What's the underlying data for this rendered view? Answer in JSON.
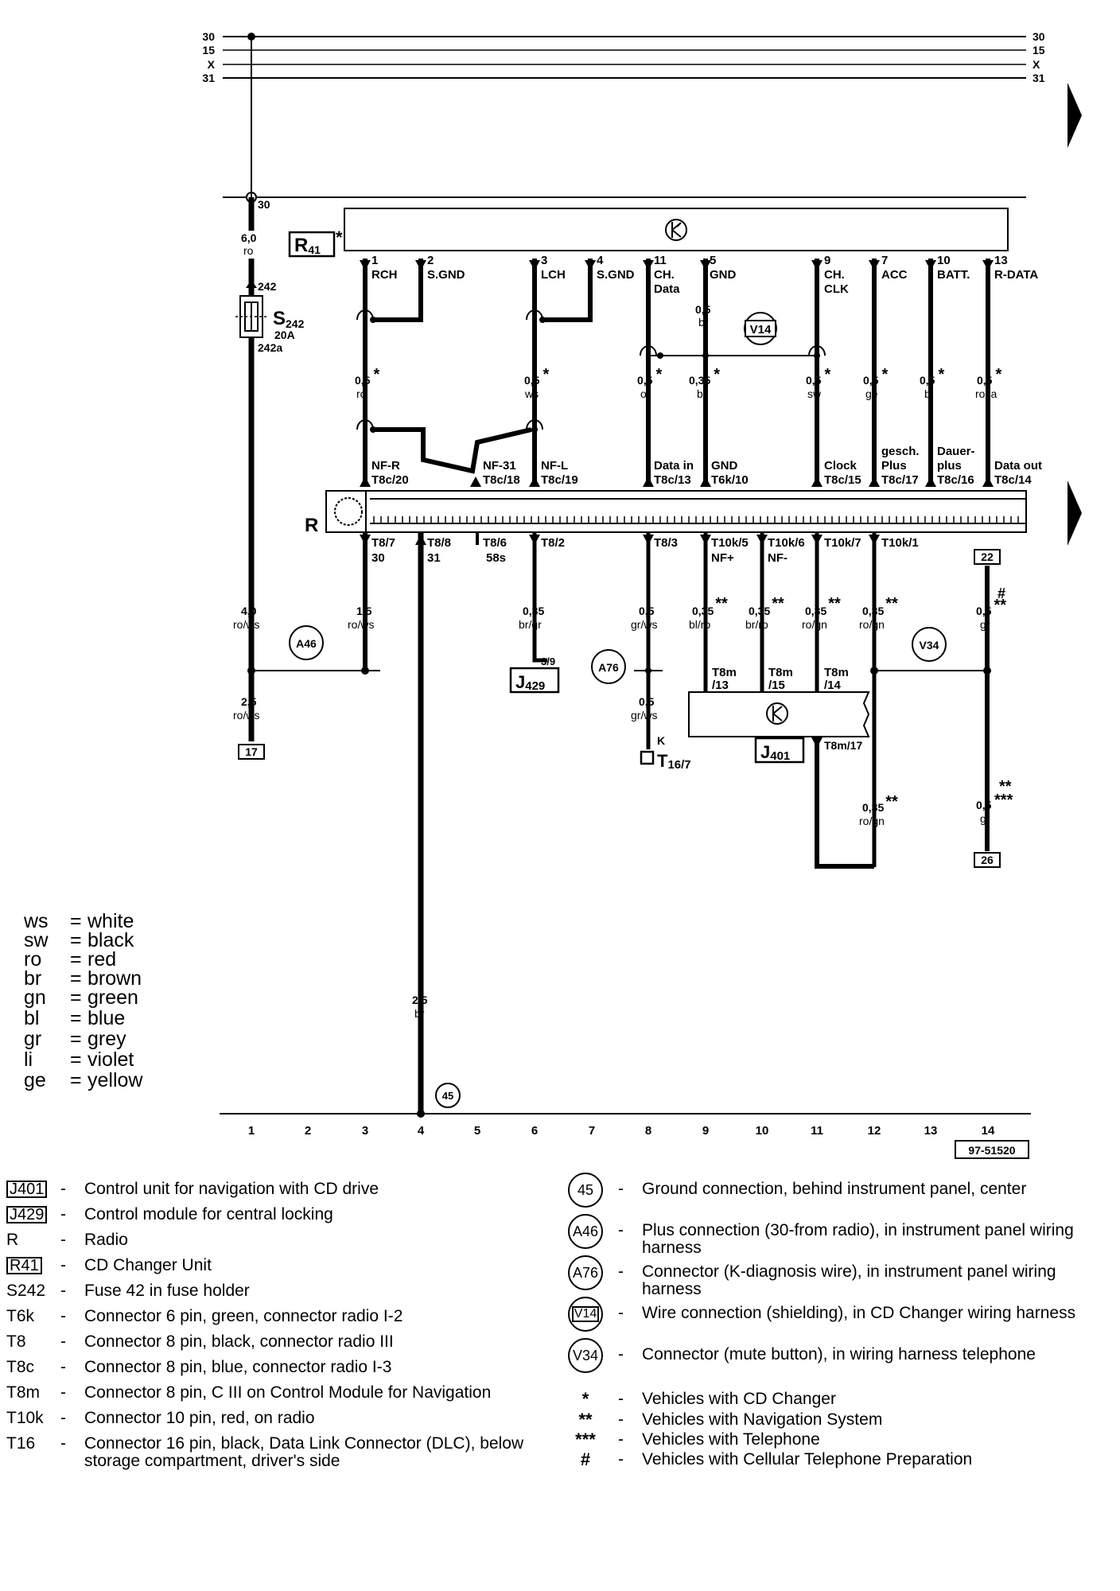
{
  "bus_left": [
    "30",
    "15",
    "X",
    "31"
  ],
  "bus_right": [
    "30",
    "15",
    "X",
    "31"
  ],
  "terminal_30_label": "30",
  "fuse": {
    "id_main": "S",
    "id_sub": "242",
    "rating": "20A",
    "pin_in": "242",
    "pin_out": "242a"
  },
  "left_wire_top": {
    "size": "6,0",
    "color": "ro"
  },
  "r41_label": {
    "main": "R",
    "sub": "41",
    "mark": "*"
  },
  "changer_pins": [
    {
      "num": "1",
      "name": "RCH"
    },
    {
      "num": "2",
      "name": "S.GND"
    },
    {
      "num": "3",
      "name": "LCH"
    },
    {
      "num": "4",
      "name": "S.GND"
    },
    {
      "num": "11",
      "name": "CH.",
      "name2": "Data"
    },
    {
      "num": "5",
      "name": "GND"
    },
    {
      "num": "9",
      "name": "CH.",
      "name2": "CLK"
    },
    {
      "num": "7",
      "name": "ACC"
    },
    {
      "num": "10",
      "name": "BATT."
    },
    {
      "num": "13",
      "name": "R-DATA"
    }
  ],
  "gnd_br": {
    "size": "0,5",
    "color": "br"
  },
  "v14_label": "V14",
  "changer_wires": [
    {
      "size": "0,5",
      "color": "ro",
      "mark": "*"
    },
    {
      "size": "0,5",
      "color": "ws",
      "mark": "*"
    },
    {
      "size": "0,5",
      "color": "or",
      "mark": "*"
    },
    {
      "size": "0,35",
      "color": "br",
      "mark": "*"
    },
    {
      "size": "0,5",
      "color": "sw",
      "mark": "*"
    },
    {
      "size": "0,5",
      "color": "ge",
      "mark": "*"
    },
    {
      "size": "0,5",
      "color": "bl",
      "mark": "*"
    },
    {
      "size": "0,5",
      "color": "rosa",
      "mark": "*"
    }
  ],
  "radio_top_pins": [
    {
      "name": "NF-R",
      "conn": "T8c/20"
    },
    {
      "name": "NF-31",
      "conn": "T8c/18"
    },
    {
      "name": "NF-L",
      "conn": "T8c/19"
    },
    {
      "name": "Data in",
      "conn": "T8c/13"
    },
    {
      "name": "GND",
      "conn": "T6k/10"
    },
    {
      "name": "Clock",
      "conn": "T8c/15"
    },
    {
      "name": "gesch.",
      "name2": "Plus",
      "conn": "T8c/17"
    },
    {
      "name": "Dauer-",
      "name2": "plus",
      "conn": "T8c/16"
    },
    {
      "name": "Data out",
      "conn": "T8c/14"
    }
  ],
  "radio_label": "R",
  "radio_bottom_pins": [
    {
      "conn": "T8/7",
      "name": "30"
    },
    {
      "conn": "T8/8",
      "name": "31"
    },
    {
      "conn": "T8/6",
      "name": "58s"
    },
    {
      "conn": "T8/2",
      "name": ""
    },
    {
      "conn": "T8/3",
      "name": ""
    },
    {
      "conn": "T10k/5",
      "name": "NF+"
    },
    {
      "conn": "T10k/6",
      "name": "NF-"
    },
    {
      "conn": "T10k/7",
      "name": ""
    },
    {
      "conn": "T10k/1",
      "name": ""
    }
  ],
  "box_22": "22",
  "box_17": "17",
  "box_26": "26",
  "lower_wires": [
    {
      "size": "4,0",
      "color": "ro/ws",
      "mark": ""
    },
    {
      "size": "1,5",
      "color": "ro/ws",
      "mark": ""
    },
    {
      "size": "0,35",
      "color": "br/gr",
      "mark": ""
    },
    {
      "size": "0,5",
      "color": "gr/ws",
      "mark": ""
    },
    {
      "size": "0,35",
      "color": "bl/ro",
      "mark": "**"
    },
    {
      "size": "0,35",
      "color": "br/ro",
      "mark": "**"
    },
    {
      "size": "0,35",
      "color": "ro/gn",
      "mark": "**"
    },
    {
      "size": "0,35",
      "color": "ro/gn",
      "mark": "**"
    },
    {
      "size": "0,5",
      "color": "gr",
      "mark": "**",
      "mark2": "#"
    }
  ],
  "a46_label": "A46",
  "a76_label": "A76",
  "v34_label": "V34",
  "j429": {
    "main": "J",
    "sub": "429",
    "pin": "3/9"
  },
  "ro_ws_25": {
    "size": "2,5",
    "color": "ro/ws"
  },
  "gr_ws_05": {
    "size": "0,5",
    "color": "gr/ws"
  },
  "t16": {
    "pinname": "K",
    "main": "T",
    "sub": "16/7"
  },
  "t8m_pins": [
    "T8m",
    "/13",
    "T8m",
    "/15",
    "T8m",
    "/14"
  ],
  "t8m17": "T8m/17",
  "j401": {
    "main": "J",
    "sub": "401"
  },
  "ro_gn_bottom": {
    "size": "0,35",
    "color": "ro/gn",
    "mark": "**"
  },
  "gr_bottom": {
    "size": "0,5",
    "color": "gr",
    "mark": "**",
    "mark2": "***"
  },
  "br_25": {
    "size": "2,5",
    "color": "br"
  },
  "ground_45": "45",
  "columns": [
    "1",
    "2",
    "3",
    "4",
    "5",
    "6",
    "7",
    "8",
    "9",
    "10",
    "11",
    "12",
    "13",
    "14"
  ],
  "ref_code": "97-51520",
  "color_legend": [
    {
      "code": "ws",
      "name": "white"
    },
    {
      "code": "sw",
      "name": "black"
    },
    {
      "code": "ro",
      "name": "red"
    },
    {
      "code": "br",
      "name": "brown"
    },
    {
      "code": "gn",
      "name": "green"
    },
    {
      "code": "bl",
      "name": "blue"
    },
    {
      "code": "gr",
      "name": "grey"
    },
    {
      "code": "li",
      "name": "violet"
    },
    {
      "code": "ge",
      "name": "yellow"
    }
  ],
  "key_left": [
    {
      "code": "J401",
      "boxed": true,
      "desc": "Control unit for navigation with CD drive"
    },
    {
      "code": "J429",
      "boxed": true,
      "desc": "Control module for central locking"
    },
    {
      "code": "R",
      "boxed": false,
      "desc": "Radio"
    },
    {
      "code": "R41",
      "boxed": true,
      "desc": "CD Changer Unit"
    },
    {
      "code": "S242",
      "boxed": false,
      "desc": "Fuse 42 in fuse holder"
    },
    {
      "code": "T6k",
      "boxed": false,
      "desc": "Connector 6 pin, green, connector radio I-2"
    },
    {
      "code": "T8",
      "boxed": false,
      "desc": "Connector 8 pin, black, connector radio III"
    },
    {
      "code": "T8c",
      "boxed": false,
      "desc": "Connector 8 pin, blue, connector radio I-3"
    },
    {
      "code": "T8m",
      "boxed": false,
      "desc": "Connector 8 pin, C III on Control Module for Navigation"
    },
    {
      "code": "T10k",
      "boxed": false,
      "desc": "Connector 10 pin, red, on radio"
    },
    {
      "code": "T16",
      "boxed": false,
      "desc": "Connector 16 pin, black, Data Link Connector (DLC), below storage compartment, driver's side"
    }
  ],
  "key_right": [
    {
      "code": "45",
      "style": "circle",
      "desc": "Ground connection, behind instrument panel, center"
    },
    {
      "code": "A46",
      "style": "circle",
      "desc": "Plus connection (30-from radio), in instrument panel wiring harness"
    },
    {
      "code": "A76",
      "style": "circle",
      "desc": "Connector (K-diagnosis wire), in instrument panel wiring harness"
    },
    {
      "code": "V14",
      "style": "circlebox",
      "desc": "Wire connection (shielding), in CD Changer wiring harness"
    },
    {
      "code": "V34",
      "style": "circle",
      "desc": "Connector (mute button), in wiring harness telephone"
    },
    {
      "code": "*",
      "style": "star",
      "desc": "Vehicles with CD Changer"
    },
    {
      "code": "**",
      "style": "star",
      "desc": "Vehicles with Navigation System"
    },
    {
      "code": "***",
      "style": "star",
      "desc": "Vehicles with Telephone"
    },
    {
      "code": "#",
      "style": "star",
      "desc": "Vehicles with Cellular Telephone Preparation"
    }
  ]
}
